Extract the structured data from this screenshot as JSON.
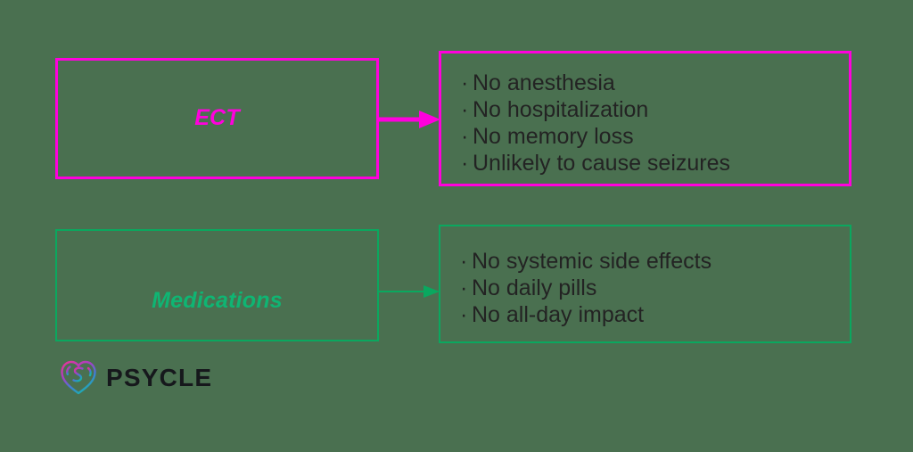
{
  "background_color": "#4a7050",
  "colors": {
    "magenta": "#ff00dd",
    "green": "#0aa85f",
    "green_text": "#0fb573",
    "bullet_text": "#232323",
    "logo_word": "#16181c"
  },
  "rows": [
    {
      "id": "ect",
      "accent": "#ff00dd",
      "label": "ECT",
      "arrow": "arrow-right-thick",
      "bullets": [
        "No anesthesia",
        "No hospitalization",
        "No memory loss",
        "Unlikely to cause seizures"
      ]
    },
    {
      "id": "medications",
      "accent": "#0aa85f",
      "label": "Medications",
      "arrow": "arrow-right-thin",
      "bullets": [
        "No systemic side effects",
        "No daily pills",
        "No all-day impact"
      ]
    }
  ],
  "bullet_glyph": "·",
  "logo": {
    "mark": "brain-heart-icon",
    "wordmark": "PSYCLE",
    "gradient_from": "#e0359f",
    "gradient_mid": "#7b4fd0",
    "gradient_to": "#16b7a8"
  }
}
